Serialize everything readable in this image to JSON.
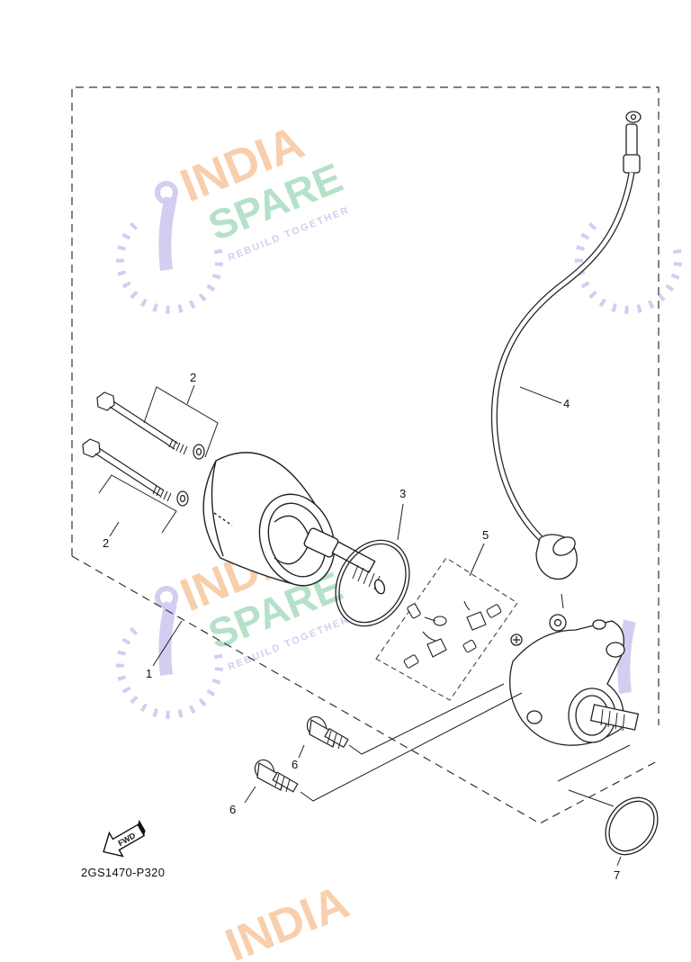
{
  "diagram_code": "2GS1470-P320",
  "fwd_label": "FWD",
  "watermark": {
    "line1": "INDIA",
    "line2": "SPARE",
    "tagline": "REBUILD TOGETHER",
    "colors": {
      "india": "#f7c79e",
      "spare": "#a8dcc0",
      "icon": "#c9c6ee"
    }
  },
  "callouts": {
    "part1": "1",
    "part2_upper": "2",
    "part2_lower": "2",
    "part3": "3",
    "part4": "4",
    "part5": "5",
    "part6_upper": "6",
    "part6_lower": "6",
    "part7": "7"
  },
  "icons": [
    "fwd-arrow-icon",
    "watermark-logo-icon"
  ]
}
